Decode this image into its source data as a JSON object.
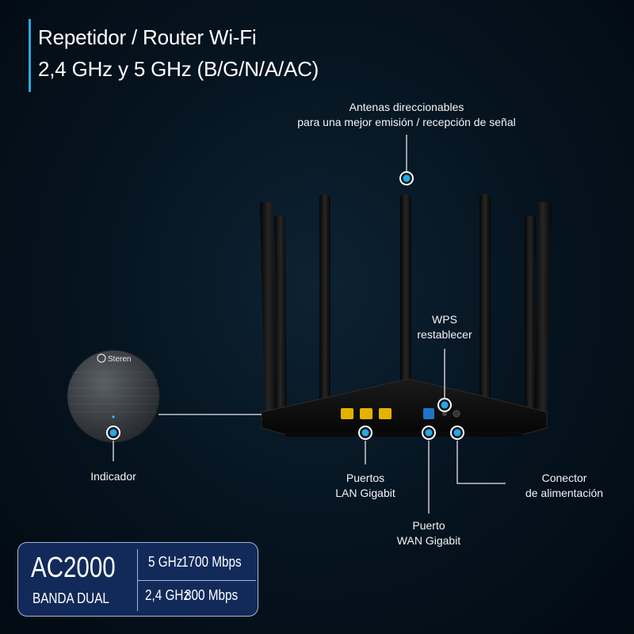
{
  "title": {
    "line1": "Repetidor / Router Wi-Fi",
    "line2": "2,4 GHz y 5 GHz (B/G/N/A/AC)"
  },
  "brand_logo": "Steren",
  "callouts": {
    "antennas": [
      "Antenas direccionables",
      "para una mejor emisión / recepción de señal"
    ],
    "wps": [
      "WPS",
      "restablecer"
    ],
    "indicator": "Indicador",
    "lan": [
      "Puertos",
      "LAN Gigabit"
    ],
    "wan": [
      "Puerto",
      "WAN Gigabit"
    ],
    "power": [
      "Conector",
      "de alimentación"
    ]
  },
  "badge": {
    "model": "AC2000",
    "dual_band": "BANDA DUAL",
    "bands": [
      {
        "freq": "5 GHz",
        "speed": "1700 Mbps"
      },
      {
        "freq": "2,4 GHz",
        "speed": "300 Mbps"
      }
    ]
  },
  "colors": {
    "accent": "#2aa8e0",
    "badge_bg": "#142d5f",
    "lan_port": "#e3b300",
    "wan_port": "#1f74c8"
  }
}
